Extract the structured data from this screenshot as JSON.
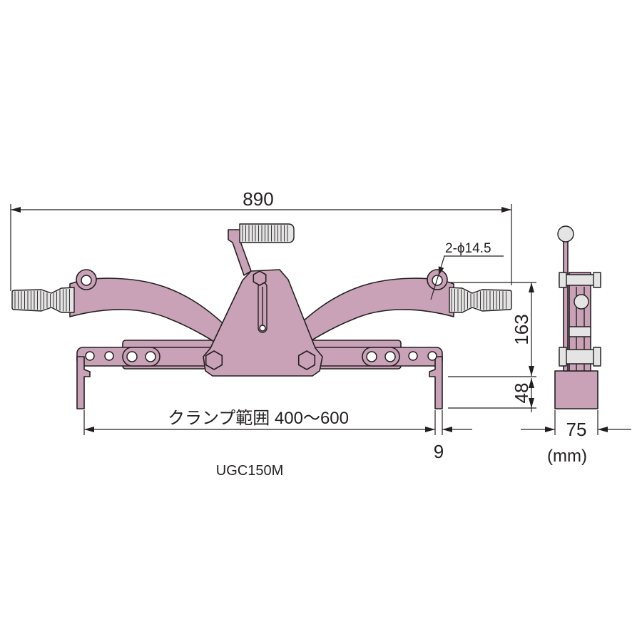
{
  "drawing": {
    "model": "UGC150M",
    "unit": "(mm)",
    "dimensions": {
      "overall_length": "890",
      "hole": "2-ϕ14.5",
      "height": "163",
      "leg_height": "48",
      "clamp_range": "クランプ範囲 400～600",
      "leg_thickness": "9",
      "width": "75"
    }
  },
  "colors": {
    "body": "#c9a2b8",
    "grip": "#e4e4e4",
    "line": "#231f20"
  }
}
